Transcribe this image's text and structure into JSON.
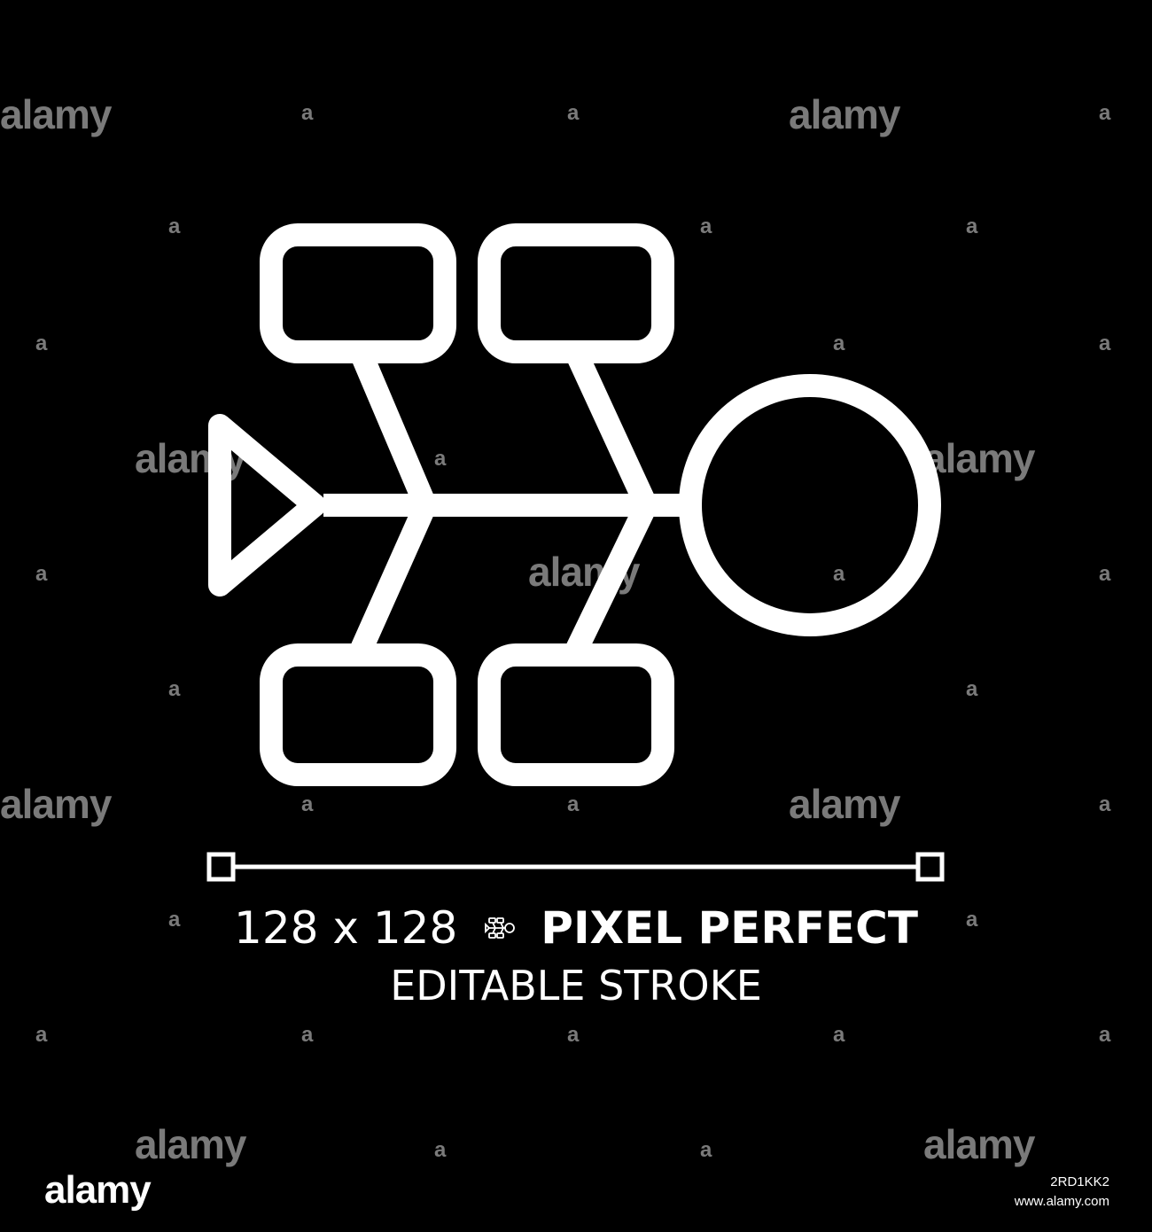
{
  "watermark": {
    "word": "alamy",
    "letter": "a"
  },
  "caption": {
    "size": "128 x 128",
    "pixel_perfect": "PIXEL PERFECT",
    "editable_stroke": "EDITABLE STROKE"
  },
  "footer": {
    "logo": "alamy",
    "image_id": "2RD1KK2",
    "site": "www.alamy.com"
  },
  "colors": {
    "background": "#000000",
    "stroke": "#ffffff",
    "watermark": "#7a7a7a"
  },
  "icons": {
    "main": "fishbone-diagram-icon",
    "mini": "fishbone-diagram-mini-icon"
  }
}
